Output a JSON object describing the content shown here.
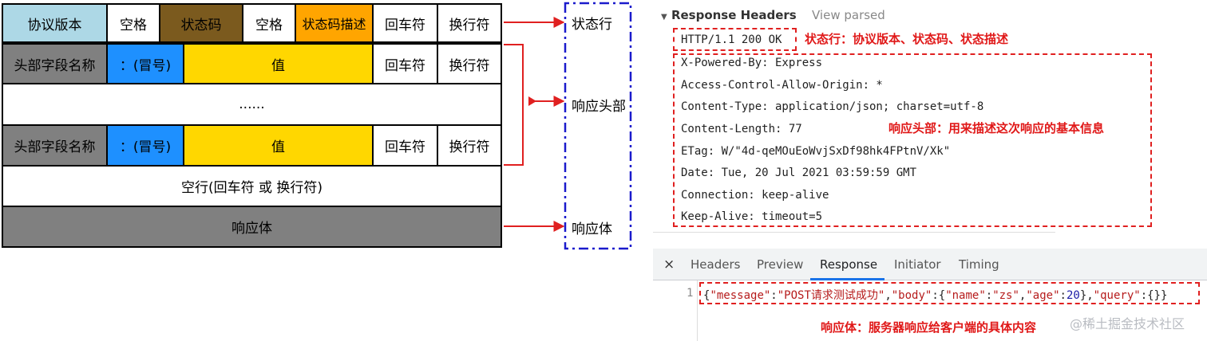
{
  "diagram": {
    "row1": {
      "protocol_version": "协议版本",
      "space_1": "空格",
      "status_code": "状态码",
      "space_2": "空格",
      "status_desc": "状态码描述",
      "cr": "回车符",
      "lf": "换行符"
    },
    "header_row_1": {
      "field_name": "头部字段名称",
      "colon": "：(冒号)",
      "value": "值",
      "cr": "回车符",
      "lf": "换行符"
    },
    "ellipsis": "......",
    "header_row_2": {
      "field_name": "头部字段名称",
      "colon": "：(冒号)",
      "value": "值",
      "cr": "回车符",
      "lf": "换行符"
    },
    "empty_line": "空行(回车符 或 换行符)",
    "body": "响应体",
    "labels": {
      "status_line": "状态行",
      "headers": "响应头部",
      "body": "响应体"
    },
    "colors": {
      "protocol": "#add8e6",
      "status_code": "#7b5a1e",
      "status_desc": "#ffa500",
      "gray": "#808080",
      "blue": "#1e90ff",
      "gold": "#ffd700",
      "arrow": "#e02020",
      "bracket": "#1a1acc"
    }
  },
  "devtools": {
    "section_title": "Response Headers",
    "view_parsed": "View parsed",
    "status_line": "HTTP/1.1 200 OK",
    "status_annotation": "状态行：协议版本、状态码、状态描述",
    "headers": [
      "X-Powered-By: Express",
      "Access-Control-Allow-Origin: *",
      "Content-Type: application/json; charset=utf-8",
      "Content-Length: 77",
      "ETag: W/\"4d-qeMOuEoWvjSxDf98hk4FPtnV/Xk\"",
      "Date: Tue, 20 Jul 2021 03:59:59 GMT",
      "Connection: keep-alive",
      "Keep-Alive: timeout=5"
    ],
    "headers_annotation": "响应头部：用来描述这次响应的基本信息",
    "tabs": [
      "Headers",
      "Preview",
      "Response",
      "Initiator",
      "Timing"
    ],
    "active_tab": "Response",
    "close_symbol": "×",
    "line_number": "1",
    "body_json": {
      "open": "{",
      "k1": "\"message\"",
      "v1": "\"POST请求测试成功\"",
      "k2": "\"body\"",
      "k3": "\"name\"",
      "v3": "\"zs\"",
      "k4": "\"age\"",
      "v4": "20",
      "k5": "\"query\"",
      "v5": "{}",
      "close": "}"
    },
    "body_annotation": "响应体：服务器响应给客户端的具体内容",
    "watermark": "@稀土掘金技术社区"
  }
}
